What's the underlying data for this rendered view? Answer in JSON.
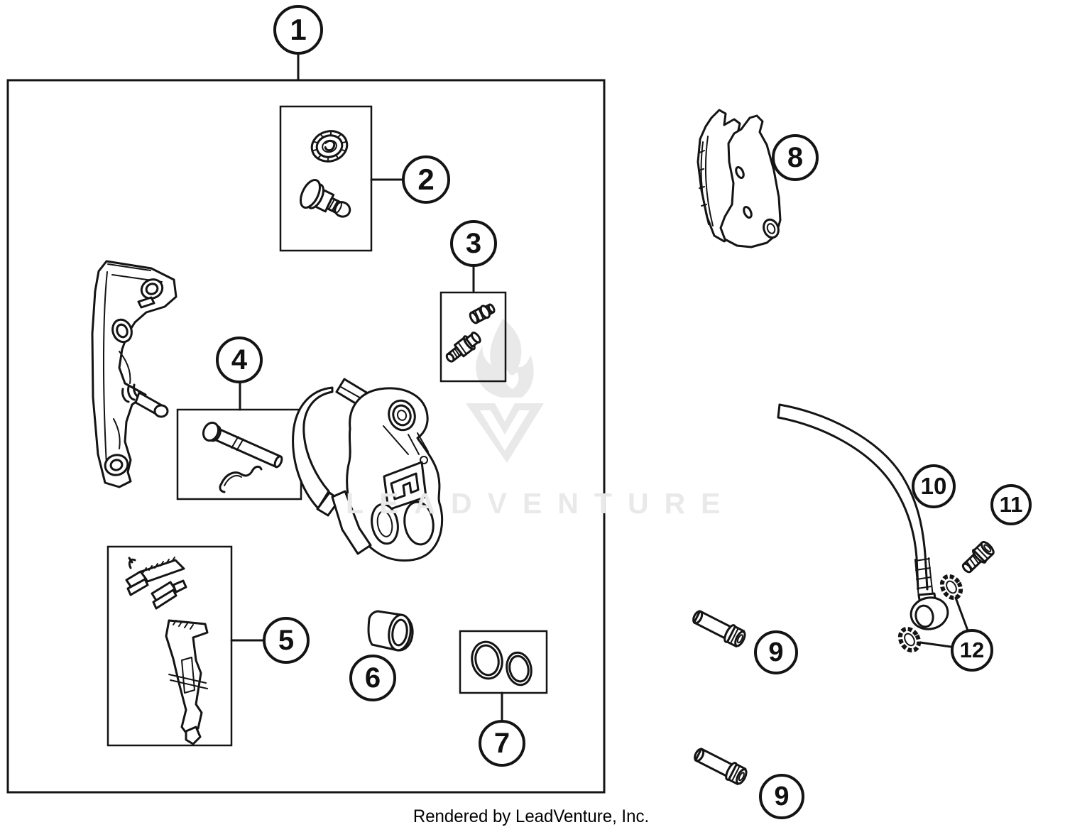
{
  "watermark": {
    "text": "LEADVENTURE"
  },
  "caption": {
    "text": "Rendered by LeadVenture, Inc."
  },
  "colors": {
    "line": "#141414",
    "watermark": "#e9e9e9",
    "background": "#ffffff"
  },
  "callouts": [
    {
      "id": "c1",
      "label": "1"
    },
    {
      "id": "c2",
      "label": "2"
    },
    {
      "id": "c3",
      "label": "3"
    },
    {
      "id": "c4",
      "label": "4"
    },
    {
      "id": "c5",
      "label": "5"
    },
    {
      "id": "c6",
      "label": "6"
    },
    {
      "id": "c7",
      "label": "7"
    },
    {
      "id": "c8",
      "label": "8"
    },
    {
      "id": "c9a",
      "label": "9"
    },
    {
      "id": "c9b",
      "label": "9"
    },
    {
      "id": "c10",
      "label": "10"
    },
    {
      "id": "c11",
      "label": "11"
    },
    {
      "id": "c12",
      "label": "12"
    }
  ]
}
